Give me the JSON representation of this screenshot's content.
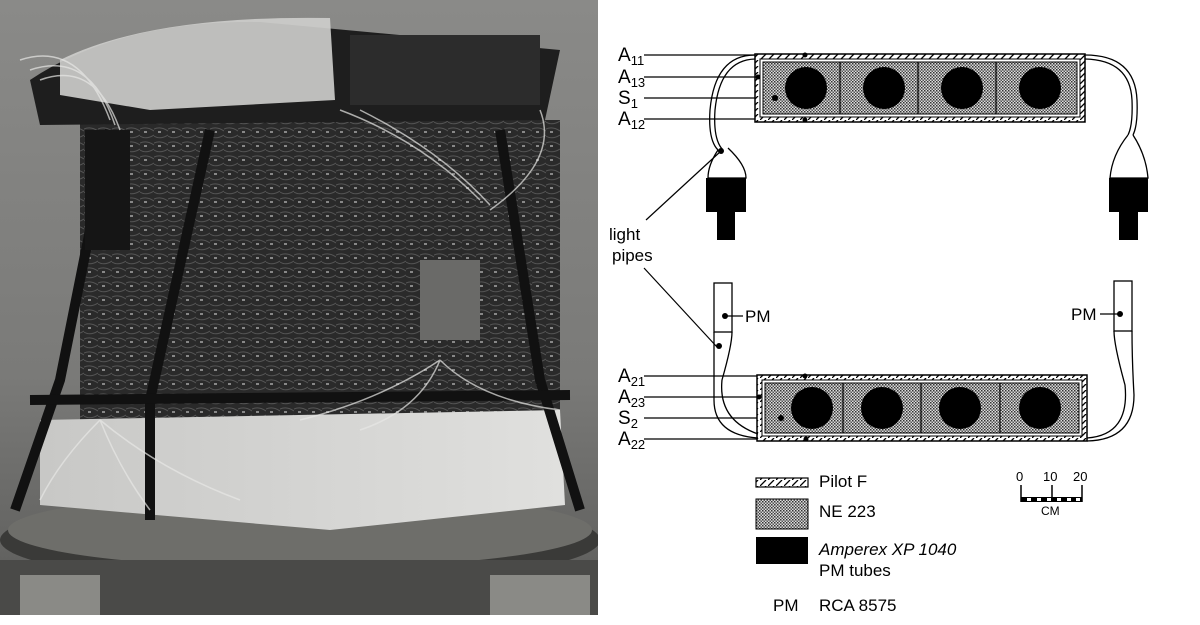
{
  "photo": {
    "description": "Photograph of the detector instrument assembly with plastic light pipes, electronics and support frame"
  },
  "diagram": {
    "upper_assembly": {
      "labels": [
        {
          "main": "A",
          "sub": "11"
        },
        {
          "main": "A",
          "sub": "13"
        },
        {
          "main": "S",
          "sub": "1"
        },
        {
          "main": "A",
          "sub": "12"
        }
      ],
      "tube_count": 4
    },
    "lower_assembly": {
      "labels": [
        {
          "main": "A",
          "sub": "21"
        },
        {
          "main": "A",
          "sub": "23"
        },
        {
          "main": "S",
          "sub": "2"
        },
        {
          "main": "A",
          "sub": "22"
        }
      ],
      "tube_count": 4,
      "pm_left_label": "PM",
      "pm_right_label": "PM"
    },
    "light_pipes_label_line1": "light",
    "light_pipes_label_line2": "pipes",
    "legend": {
      "items": [
        {
          "swatch": "hatched",
          "label": "Pilot F"
        },
        {
          "swatch": "stipple",
          "label": "NE 223"
        },
        {
          "swatch": "solid-black",
          "label_line1": "Amperex XP 1040",
          "label_line2": "PM tubes"
        }
      ],
      "pm_key": "PM",
      "pm_value": "RCA 8575"
    },
    "scale_bar": {
      "ticks": [
        "0",
        "10",
        "20"
      ],
      "unit": "CM"
    }
  }
}
